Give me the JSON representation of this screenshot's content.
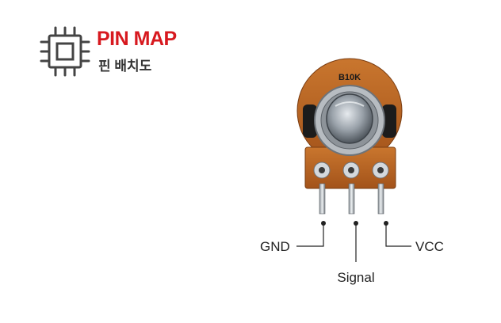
{
  "header": {
    "title": "PIN MAP",
    "subtitle": "핀 배치도",
    "icon": "chip-icon",
    "accent_color": "#d7191f"
  },
  "component": {
    "marking": "B10K",
    "pins": [
      {
        "label": "GND"
      },
      {
        "label": "Signal"
      },
      {
        "label": "VCC"
      }
    ]
  }
}
